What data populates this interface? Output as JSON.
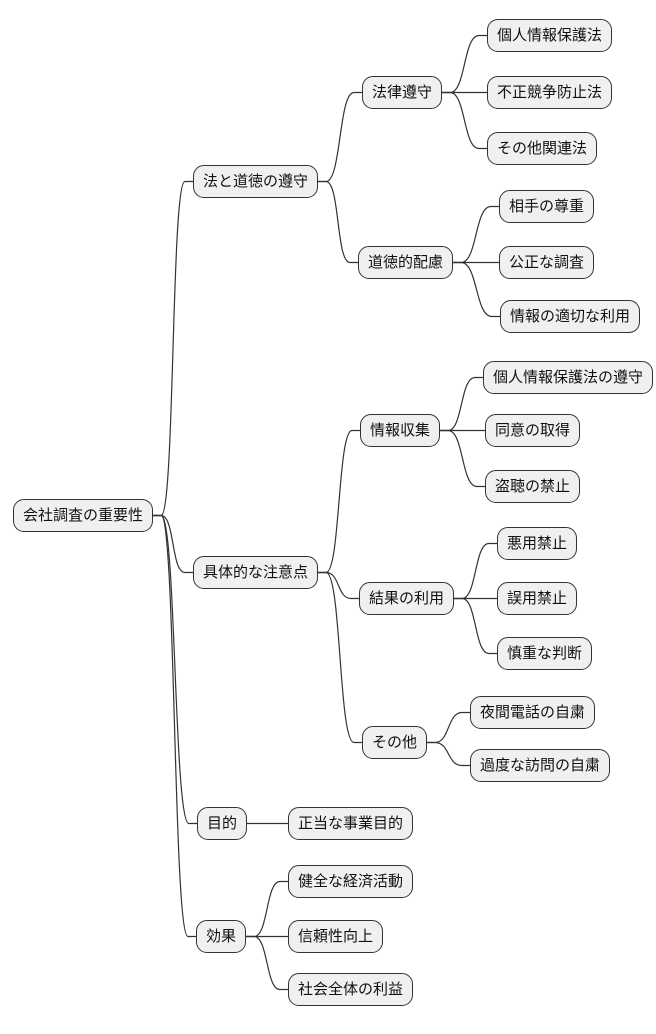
{
  "colors": {
    "background": "#ffffff",
    "node_fill": "#f0f0f0",
    "node_border": "#333333",
    "edge": "#333333",
    "text": "#111111"
  },
  "mindmap": {
    "root": {
      "id": "root",
      "label": "会社調査の重要性",
      "children": [
        {
          "id": "law-morality",
          "label": "法と道徳の遵守",
          "children": [
            {
              "id": "legal-compliance",
              "label": "法律遵守",
              "children": [
                {
                  "id": "personal-info-law",
                  "label": "個人情報保護法"
                },
                {
                  "id": "unfair-competition-law",
                  "label": "不正競争防止法"
                },
                {
                  "id": "other-related-laws",
                  "label": "その他関連法"
                }
              ]
            },
            {
              "id": "moral-consideration",
              "label": "道徳的配慮",
              "children": [
                {
                  "id": "respect-for-others",
                  "label": "相手の尊重"
                },
                {
                  "id": "fair-investigation",
                  "label": "公正な調査"
                },
                {
                  "id": "appropriate-use-of-info",
                  "label": "情報の適切な利用"
                }
              ]
            }
          ]
        },
        {
          "id": "specific-points",
          "label": "具体的な注意点",
          "children": [
            {
              "id": "info-collection",
              "label": "情報収集",
              "children": [
                {
                  "id": "privacy-law-compliance",
                  "label": "個人情報保護法の遵守"
                },
                {
                  "id": "obtain-consent",
                  "label": "同意の取得"
                },
                {
                  "id": "no-wiretapping",
                  "label": "盗聴の禁止"
                }
              ]
            },
            {
              "id": "use-of-results",
              "label": "結果の利用",
              "children": [
                {
                  "id": "no-abuse",
                  "label": "悪用禁止"
                },
                {
                  "id": "no-misuse",
                  "label": "誤用禁止"
                },
                {
                  "id": "careful-judgment",
                  "label": "慎重な判断"
                }
              ]
            },
            {
              "id": "others",
              "label": "その他",
              "children": [
                {
                  "id": "no-night-calls",
                  "label": "夜間電話の自粛"
                },
                {
                  "id": "no-excessive-visits",
                  "label": "過度な訪問の自粛"
                }
              ]
            }
          ]
        },
        {
          "id": "purpose",
          "label": "目的",
          "children": [
            {
              "id": "legitimate-business-purpose",
              "label": "正当な事業目的"
            }
          ]
        },
        {
          "id": "effect",
          "label": "効果",
          "children": [
            {
              "id": "healthy-economic-activity",
              "label": "健全な経済活動"
            },
            {
              "id": "improved-reliability",
              "label": "信頼性向上"
            },
            {
              "id": "benefit-of-society",
              "label": "社会全体の利益"
            }
          ]
        }
      ]
    }
  }
}
